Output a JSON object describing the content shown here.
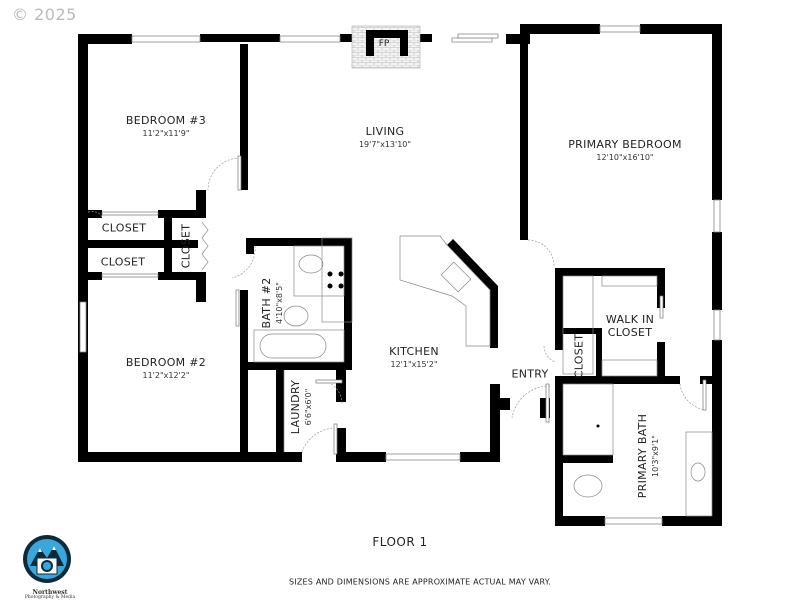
{
  "copyright": "© 2025",
  "floor_label": "FLOOR 1",
  "disclaimer": "SIZES AND DIMENSIONS ARE APPROXIMATE ACTUAL MAY VARY.",
  "logo": {
    "line1": "Northwest",
    "line2": "Photography & Media",
    "colors": {
      "ring": "#0d2a3d",
      "sky": "#39a7d9",
      "camera": "#ffffff"
    }
  },
  "fireplace_label": "FP",
  "rooms": {
    "bedroom3": {
      "name": "BEDROOM #3",
      "dims": "11'2\"x11'9\""
    },
    "living": {
      "name": "LIVING",
      "dims": "19'7\"x13'10\""
    },
    "primary_bedroom": {
      "name": "PRIMARY BEDROOM",
      "dims": "12'10\"x16'10\""
    },
    "closet_a": {
      "name": "CLOSET"
    },
    "closet_b": {
      "name": "CLOSET"
    },
    "closet_c": {
      "name": "CLOSET"
    },
    "bath2": {
      "name": "BATH #2",
      "dims": "4'10\"x8'5\""
    },
    "walk_in_closet": {
      "name": "WALK IN CLOSET"
    },
    "closet_d": {
      "name": "CLOSET"
    },
    "bedroom2": {
      "name": "BEDROOM #2",
      "dims": "11'2\"x12'2\""
    },
    "kitchen": {
      "name": "KITCHEN",
      "dims": "12'1\"x15'2\""
    },
    "entry": {
      "name": "ENTRY"
    },
    "laundry": {
      "name": "LAUNDRY",
      "dims": "6'6\"x6'0\""
    },
    "primary_bath": {
      "name": "PRIMARY BATH",
      "dims": "10'3\"x9'1\""
    }
  }
}
